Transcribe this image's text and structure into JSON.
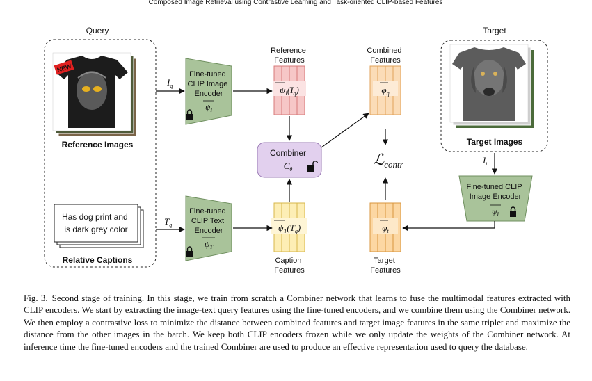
{
  "header": {
    "running_head": "Composed Image Retrieval using Contrastive Learning and Task-oriented CLIP-based Features"
  },
  "figure": {
    "query_title": "Query",
    "target_title": "Target",
    "reference_images_label": "Reference Images",
    "relative_captions_label": "Relative Captions",
    "target_images_label": "Target Images",
    "caption_text": "Has dog print and is dark grey color",
    "new_badge": "NEW",
    "image_encoder_line1": "Fine-tuned",
    "image_encoder_line2": "CLIP Image",
    "image_encoder_line3": "Encoder",
    "text_encoder_line1": "Fine-tuned",
    "text_encoder_line2": "CLIP Text",
    "text_encoder_line3": "Encoder",
    "target_encoder_line1": "Fine-tuned CLIP",
    "target_encoder_line2": "Image Encoder",
    "psi_i": "ψI",
    "psi_t": "ψT",
    "i_q": "Iq",
    "t_q": "Tq",
    "i_t": "It",
    "reference_features_line1": "Reference",
    "reference_features_line2": "Features",
    "reference_features_math": "ψI(Iq)",
    "combined_features_line1": "Combined",
    "combined_features_line2": "Features",
    "combined_math": "φq",
    "caption_features_line1": "Caption",
    "caption_features_line2": "Features",
    "caption_features_math": "ψT(Tq)",
    "target_features_line1": "Target",
    "target_features_line2": "Features",
    "target_math": "φt",
    "combiner_label": "Combiner",
    "combiner_math": "Cθ",
    "loss": "ℒcontr",
    "colors": {
      "encoder": "#a9c39a",
      "encoder_border": "#6f8f5f",
      "reference": "#f6c7c7",
      "reference_border": "#d77a7a",
      "combined": "#fbdcb7",
      "combined_border": "#e0a25a",
      "caption": "#fdeeb5",
      "caption_border": "#d7b74a",
      "target": "#fcd7a3",
      "target_border": "#d9963e",
      "combiner": "#e2d0ee",
      "combiner_border": "#9b7bb5"
    }
  },
  "caption": {
    "label": "Fig. 3.",
    "text": "Second stage of training. In this stage, we train from scratch a Combiner network that learns to fuse the multimodal features extracted with CLIP encoders. We start by extracting the image-text query features using the fine-tuned encoders, and we combine them using the Combiner network. We then employ a contrastive loss to minimize the distance between combined features and target image features in the same triplet and maximize the distance from the other images in the batch. We keep both CLIP encoders frozen while we only update the weights of the Combiner network. At inference time the fine-tuned encoders and the trained Combiner are used to produce an effective representation used to query the database."
  }
}
